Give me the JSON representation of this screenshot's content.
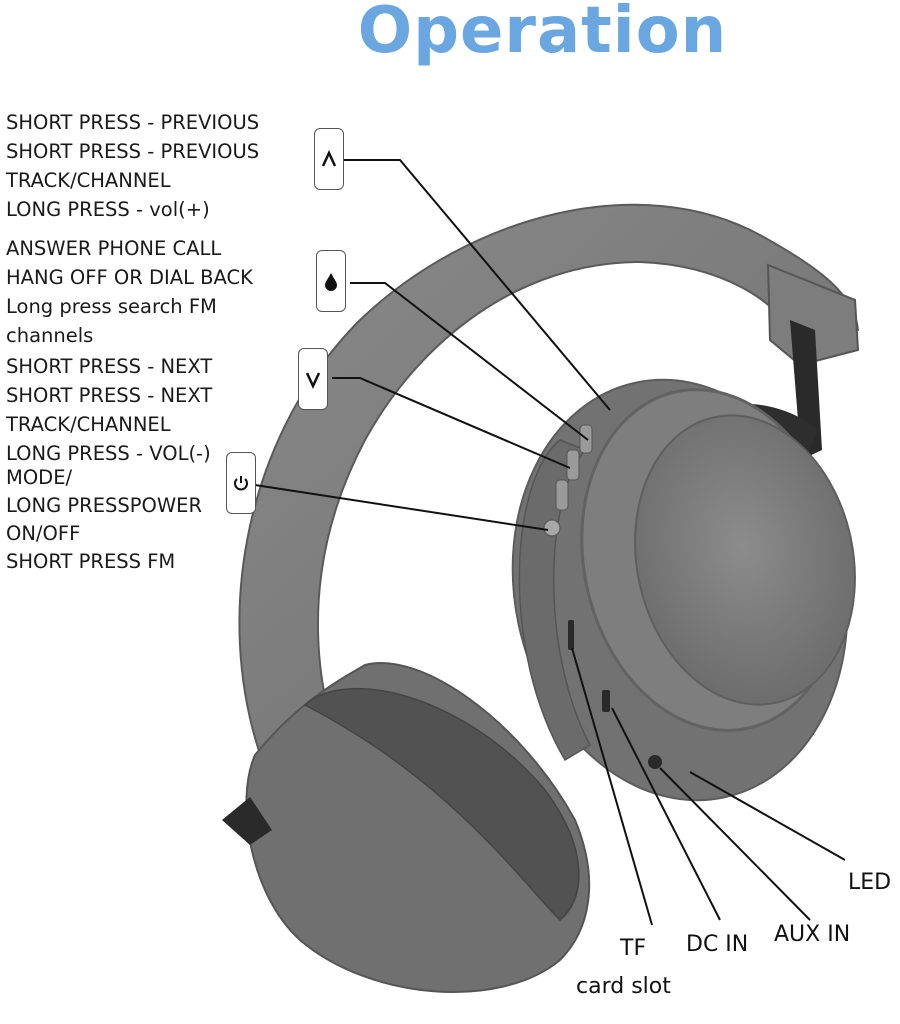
{
  "title": "Operation",
  "controls": [
    {
      "icon": "caret-up-icon",
      "lines": [
        "SHORT PRESS - PREVIOUS",
        "SHORT PRESS - PREVIOUS",
        "TRACK/CHANNEL",
        "LONG PRESS - vol(+)"
      ]
    },
    {
      "icon": "play-drop-icon",
      "lines": [
        "ANSWER PHONE CALL",
        "HANG OFF OR DIAL BACK",
        "Long press search FM",
        "channels"
      ]
    },
    {
      "icon": "caret-down-icon",
      "lines": [
        "SHORT PRESS - NEXT",
        "SHORT PRESS - NEXT",
        "TRACK/CHANNEL",
        "LONG PRESS - VOL(-)"
      ]
    },
    {
      "icon": "power-icon",
      "lines": [
        "MODE/",
        "LONG PRESSPOWER",
        "ON/OFF",
        "SHORT PRESS FM"
      ]
    }
  ],
  "ports": {
    "led": "LED",
    "aux_in": "AUX IN",
    "dc_in": "DC IN",
    "tf_line1": "TF",
    "tf_line2": "card slot"
  }
}
